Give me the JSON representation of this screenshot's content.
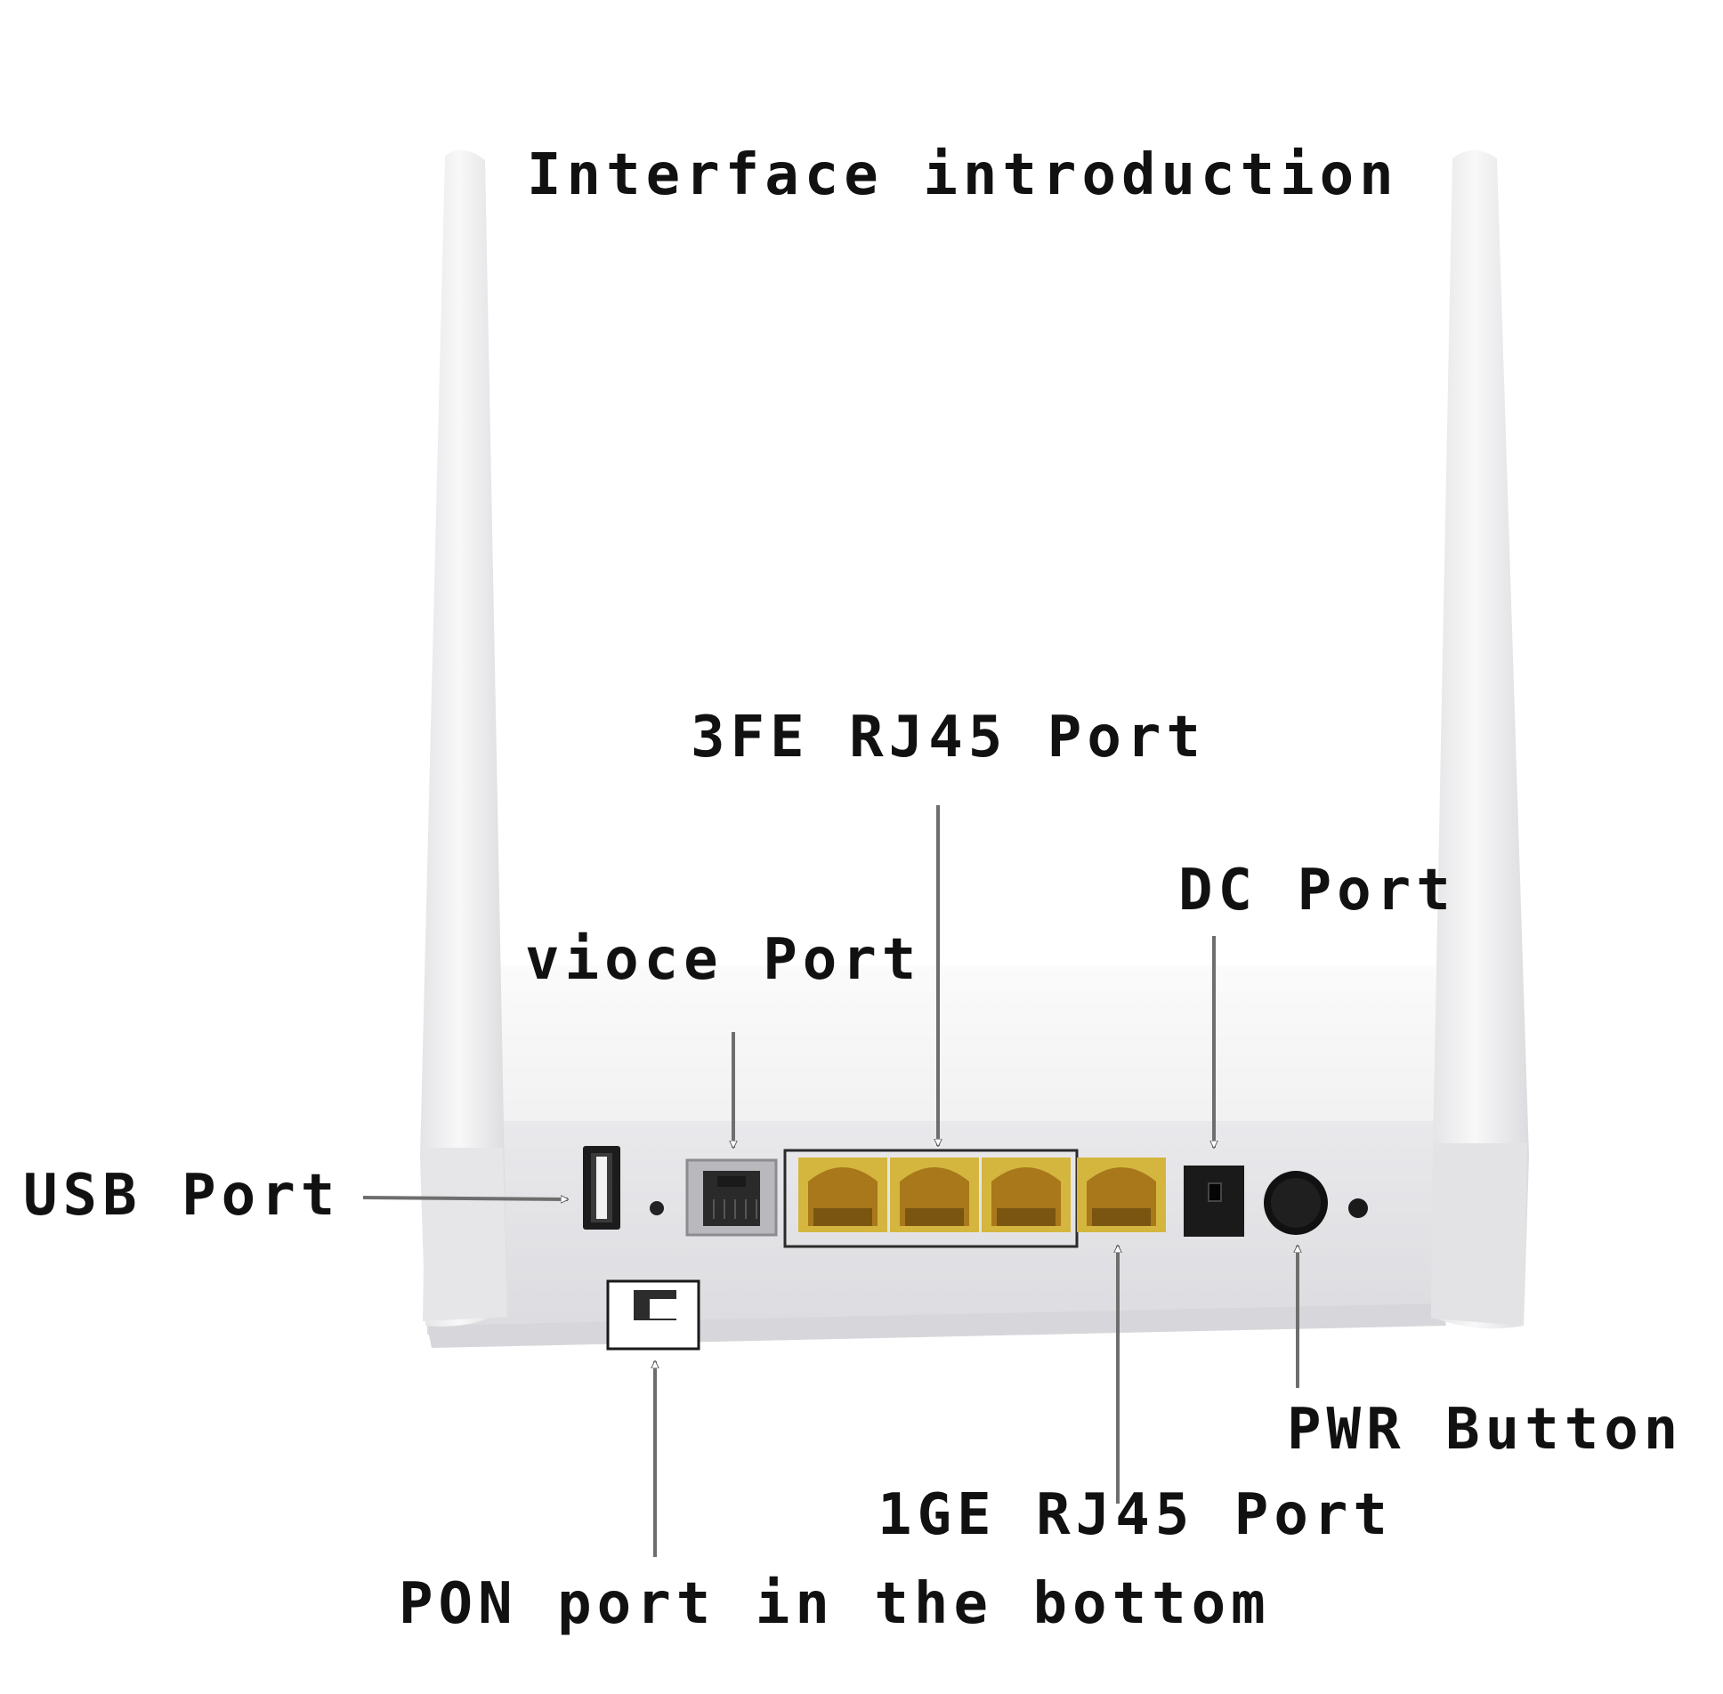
{
  "title": "Interface introduction",
  "labels": {
    "fe_ports": "3FE RJ45 Port",
    "dc_port": "DC Port",
    "voice_port": "vioce Port",
    "usb_port": "USB Port",
    "pwr_button": "PWR Button",
    "ge_port": "1GE RJ45 Port",
    "pon_port": "PON port in the bottom"
  },
  "colors": {
    "body": "#ededee",
    "body_top": "#f7f7f7",
    "panel": "#e2e2e5",
    "rj45_gold": "#d4b63e",
    "rj45_inner": "#a8781a",
    "text": "#111111",
    "arrow": "#6e6e6e"
  }
}
